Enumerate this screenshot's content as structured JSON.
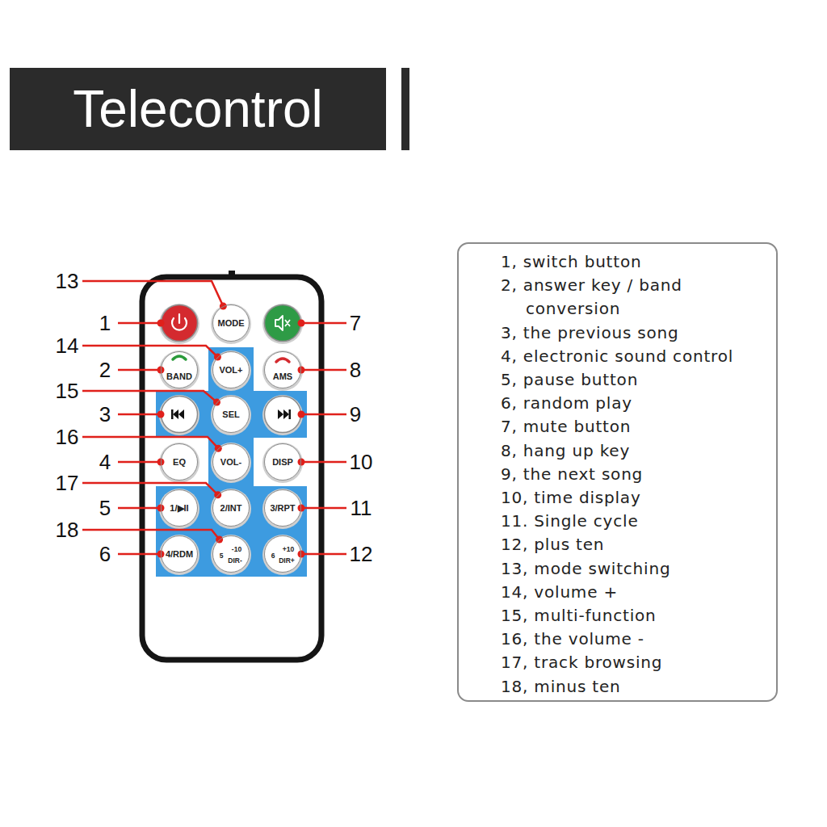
{
  "diagram": {
    "title": "Telecontrol",
    "nodes": [
      {
        "text": [
          "MODE"
        ]
      },
      {
        "text": [
          "BAND"
        ]
      },
      {
        "text": [
          "VOL+"
        ]
      },
      {
        "text": [
          "AMS"
        ]
      },
      {
        "text": [
          "SEL"
        ]
      },
      {
        "text": [
          "EQ"
        ]
      },
      {
        "text": [
          "VOL-"
        ]
      },
      {
        "text": [
          "DISP"
        ]
      },
      {
        "text": [
          "1/▶II"
        ]
      },
      {
        "text": [
          "2/INT"
        ]
      },
      {
        "text": [
          "3/RPT"
        ]
      },
      {
        "text": [
          "4/RDM"
        ]
      },
      {
        "text": [
          "5",
          "-10",
          "DIR-"
        ]
      },
      {
        "text": [
          "6",
          "+10",
          "DIR+"
        ]
      },
      {
        "text": [
          "1, switch button",
          "2, answer key / band conversion",
          "3, the previous song",
          "4, electronic sound control",
          "5, pause button",
          "6, random play",
          "7, mute button",
          "8, hang up key",
          "9, the next song",
          "10, time display",
          "11. Single cycle",
          "12, plus ten",
          "13, mode switching",
          "14, volume +",
          "15, multi-function",
          "16, the volume -",
          "17, track browsing",
          "18, minus ten"
        ]
      }
    ],
    "labels": [
      "1",
      "2",
      "3",
      "4",
      "5",
      "6",
      "7",
      "8",
      "9",
      "10",
      "11",
      "12",
      "13",
      "14",
      "15",
      "16",
      "17",
      "18"
    ]
  }
}
